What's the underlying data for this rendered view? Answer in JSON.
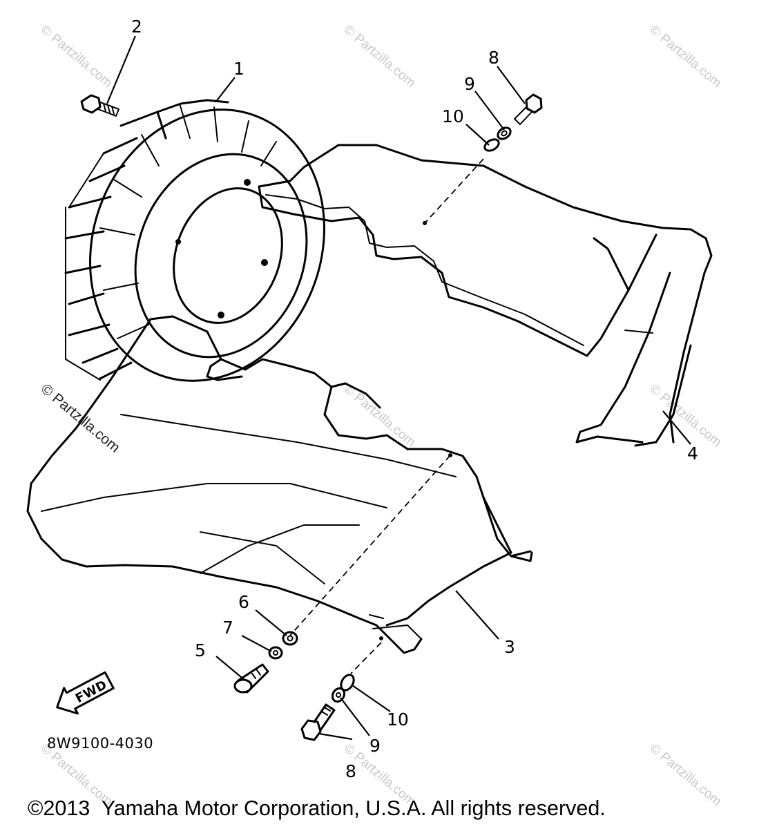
{
  "diagram": {
    "part_code": "8W9100-4030",
    "copyright": "©2013  Yamaha Motor Corporation, U.S.A. All rights reserved.",
    "fwd_label": "FWD",
    "callouts": {
      "c1": "1",
      "c2": "2",
      "c3": "3",
      "c4": "4",
      "c5": "5",
      "c6": "6",
      "c7": "7",
      "c8_top": "8",
      "c9_top": "9",
      "c10_top": "10",
      "c8_bottom": "8",
      "c9_bottom": "9",
      "c10_bottom": "10"
    },
    "watermarks": {
      "w1": "© Partzilla.com",
      "w2": "© Partzilla.com",
      "w3": "© Partzilla.com",
      "w4": "© Partzilla.com",
      "w5": "© Partzilla.com",
      "w6": "© Partzilla.com",
      "w7": "© Partzilla.com",
      "w8": "© Partzilla.com",
      "w9": "© Partzilla.com",
      "w_side": "© Partzilla.com"
    }
  }
}
